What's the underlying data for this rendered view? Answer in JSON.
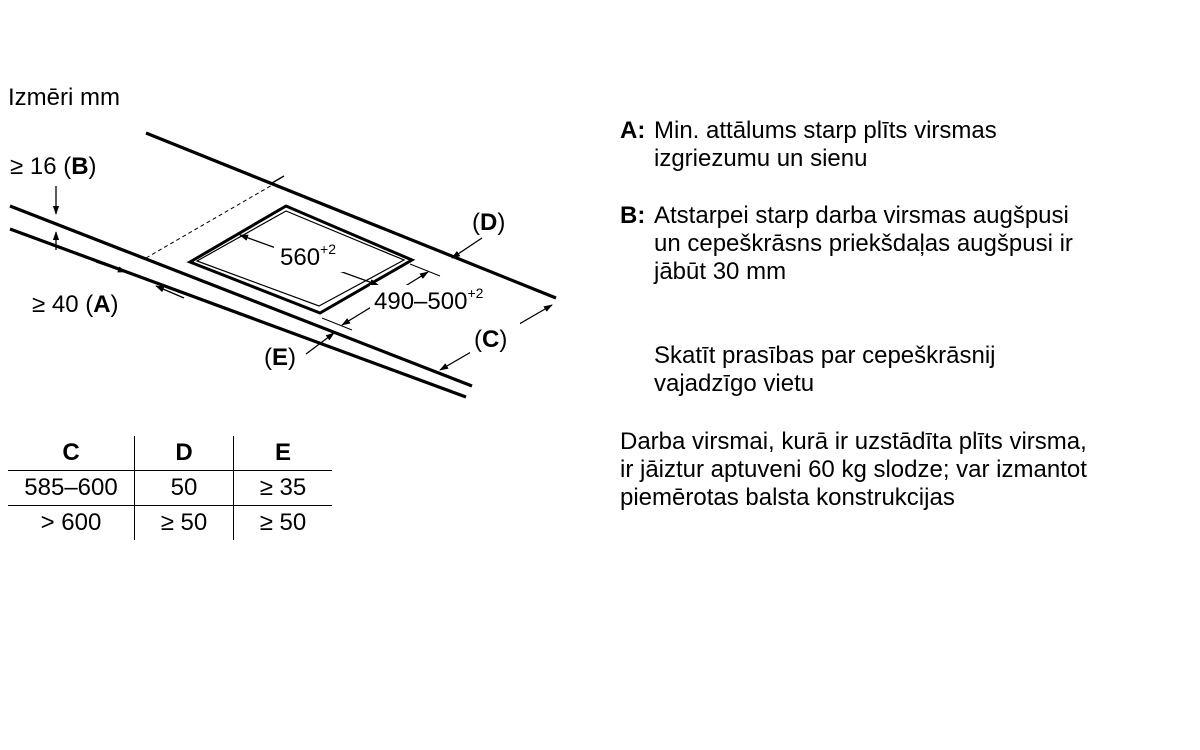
{
  "diagram": {
    "title": "Izmēri mm",
    "labels": {
      "b_value": "≥ 16 (",
      "b_key": "B",
      "b_close": ")",
      "a_value": "≥ 40 (",
      "a_key": "A",
      "a_close": ")",
      "d_open": "(",
      "d_key": "D",
      "d_close": ")",
      "c_open": "(",
      "c_key": "C",
      "c_close": ")",
      "e_open": "(",
      "e_key": "E",
      "e_close": ")",
      "width": "560",
      "width_tol": "+2",
      "depth": "490–500",
      "depth_tol": "+2"
    }
  },
  "table": {
    "headers": [
      "C",
      "D",
      "E"
    ],
    "rows": [
      [
        "585–600",
        "50",
        "≥ 35"
      ],
      [
        "> 600",
        "≥ 50",
        "≥ 50"
      ]
    ]
  },
  "notes": {
    "a": {
      "key": "A:",
      "lines": [
        "Min. attālums starp plīts virsmas",
        "izgriezumu un sienu"
      ]
    },
    "b": {
      "key": "B:",
      "lines": [
        "Atstarpei starp darba virsmas augšpusi",
        "un cepeškrāsns priekšdaļas augšpusi ir",
        "jābūt 30 mm"
      ]
    },
    "see": {
      "lines": [
        "Skatīt prasības par cepeškrāsnij",
        "vajadzīgo vietu"
      ]
    },
    "load": {
      "lines": [
        "Darba virsmai, kurā ir uzstādīta plīts virsma,",
        "ir jāiztur aptuveni 60 kg slodze; var izmantot",
        "piemērotas balsta konstrukcijas"
      ]
    }
  }
}
